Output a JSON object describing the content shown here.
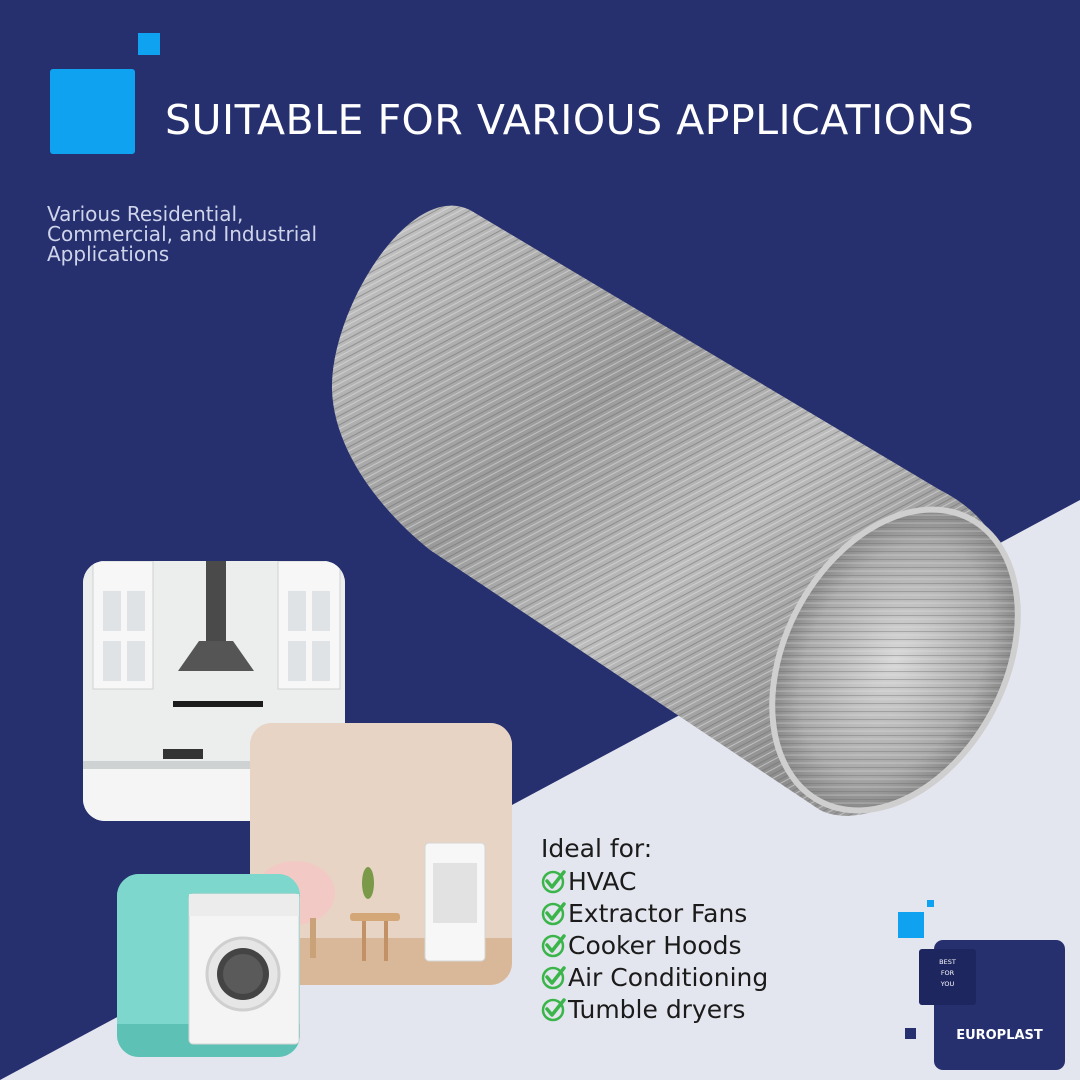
{
  "title": "SUITABLE FOR VARIOUS APPLICATIONS",
  "subtitle": "Various Residential, Commercial, and Industrial Applications",
  "ideal_for": {
    "heading": "Ideal for:",
    "items": [
      "HVAC",
      "Extractor Fans",
      "Cooker Hoods",
      "Air Conditioning",
      "Tumble dryers"
    ]
  },
  "logo": {
    "tagline_1": "BEST",
    "tagline_2": "FOR",
    "tagline_3": "YOU",
    "name": "EUROPLAST"
  },
  "icons": {
    "accent_square": "blue-square-icon",
    "check": "green-check-icon"
  },
  "colors": {
    "navy": "#26306f",
    "accent_blue": "#0ea2f0",
    "light_bg": "#e4e6ef",
    "check_green": "#3bb54a"
  }
}
